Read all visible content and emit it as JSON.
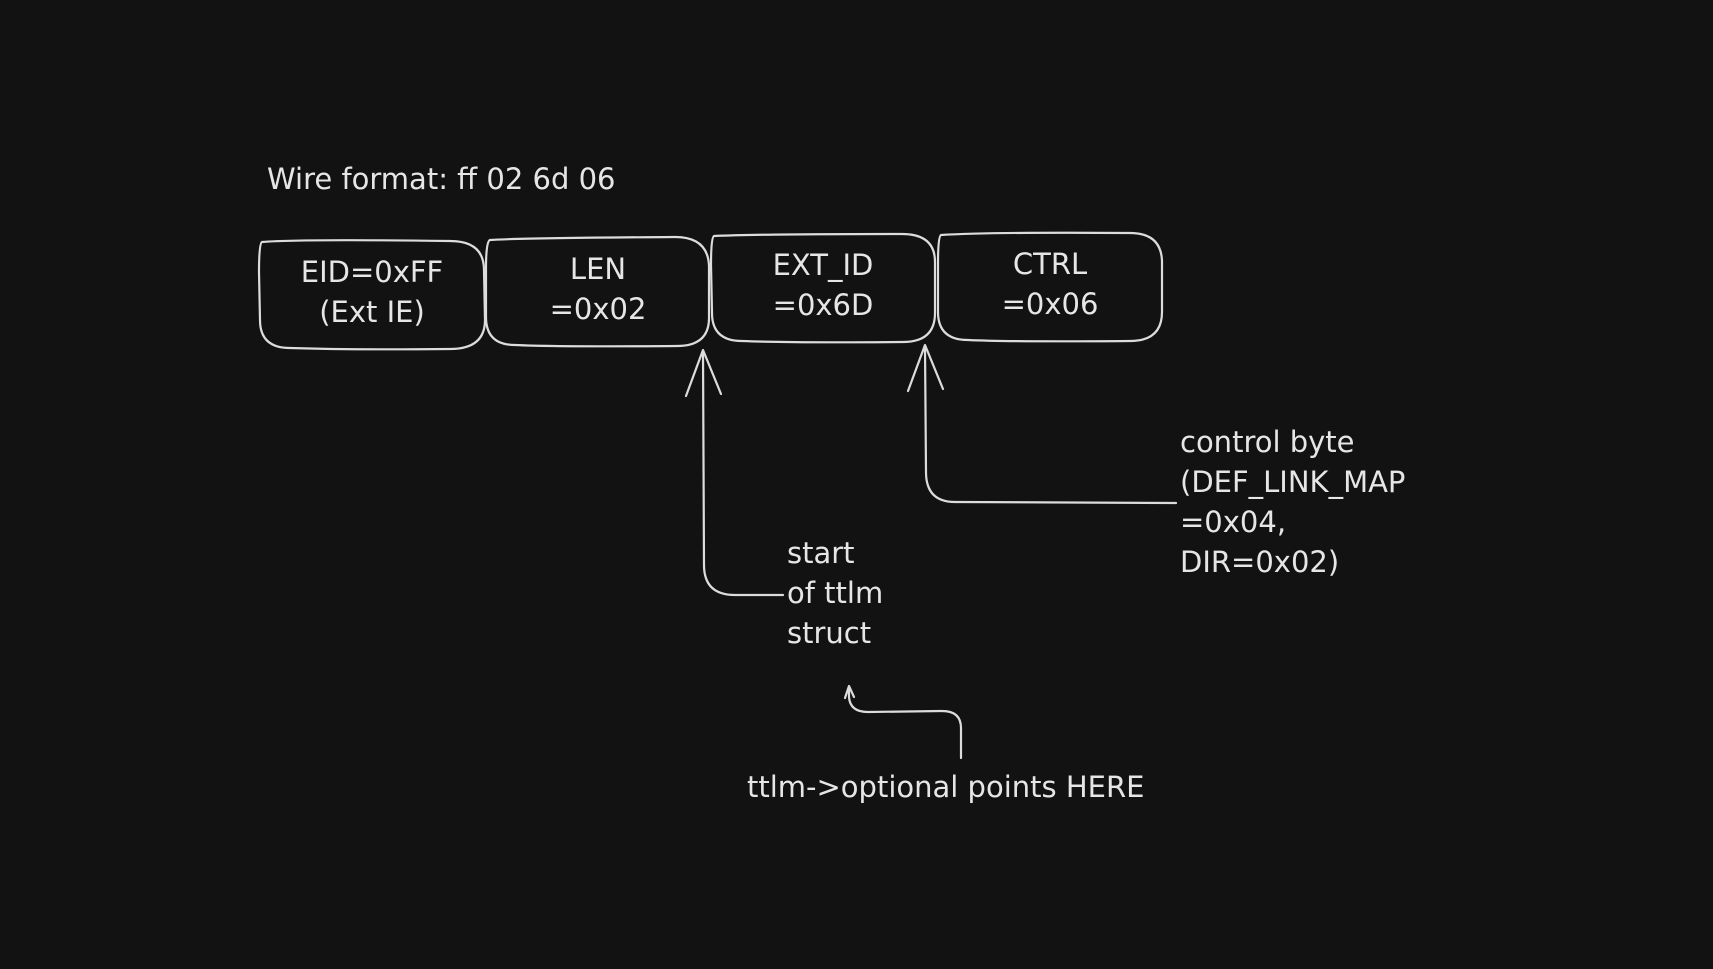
{
  "title": "Wire format: ff 02 6d 06",
  "fields": [
    {
      "line1": "EID=0xFF",
      "line2": "(Ext IE)"
    },
    {
      "line1": "LEN",
      "line2": "=0x02"
    },
    {
      "line1": "EXT_ID",
      "line2": "=0x6D"
    },
    {
      "line1": "CTRL",
      "line2": "=0x06"
    }
  ],
  "annotations": {
    "start_struct": [
      "start",
      "of ttlm",
      "struct"
    ],
    "control_byte": [
      "control byte",
      "(DEF_LINK_MAP",
      "=0x04,",
      "DIR=0x02)"
    ],
    "optional_pointer": "ttlm->optional points HERE"
  },
  "colors": {
    "background": "#121212",
    "stroke": "#dcdcdc",
    "text": "#e6e6e6"
  }
}
